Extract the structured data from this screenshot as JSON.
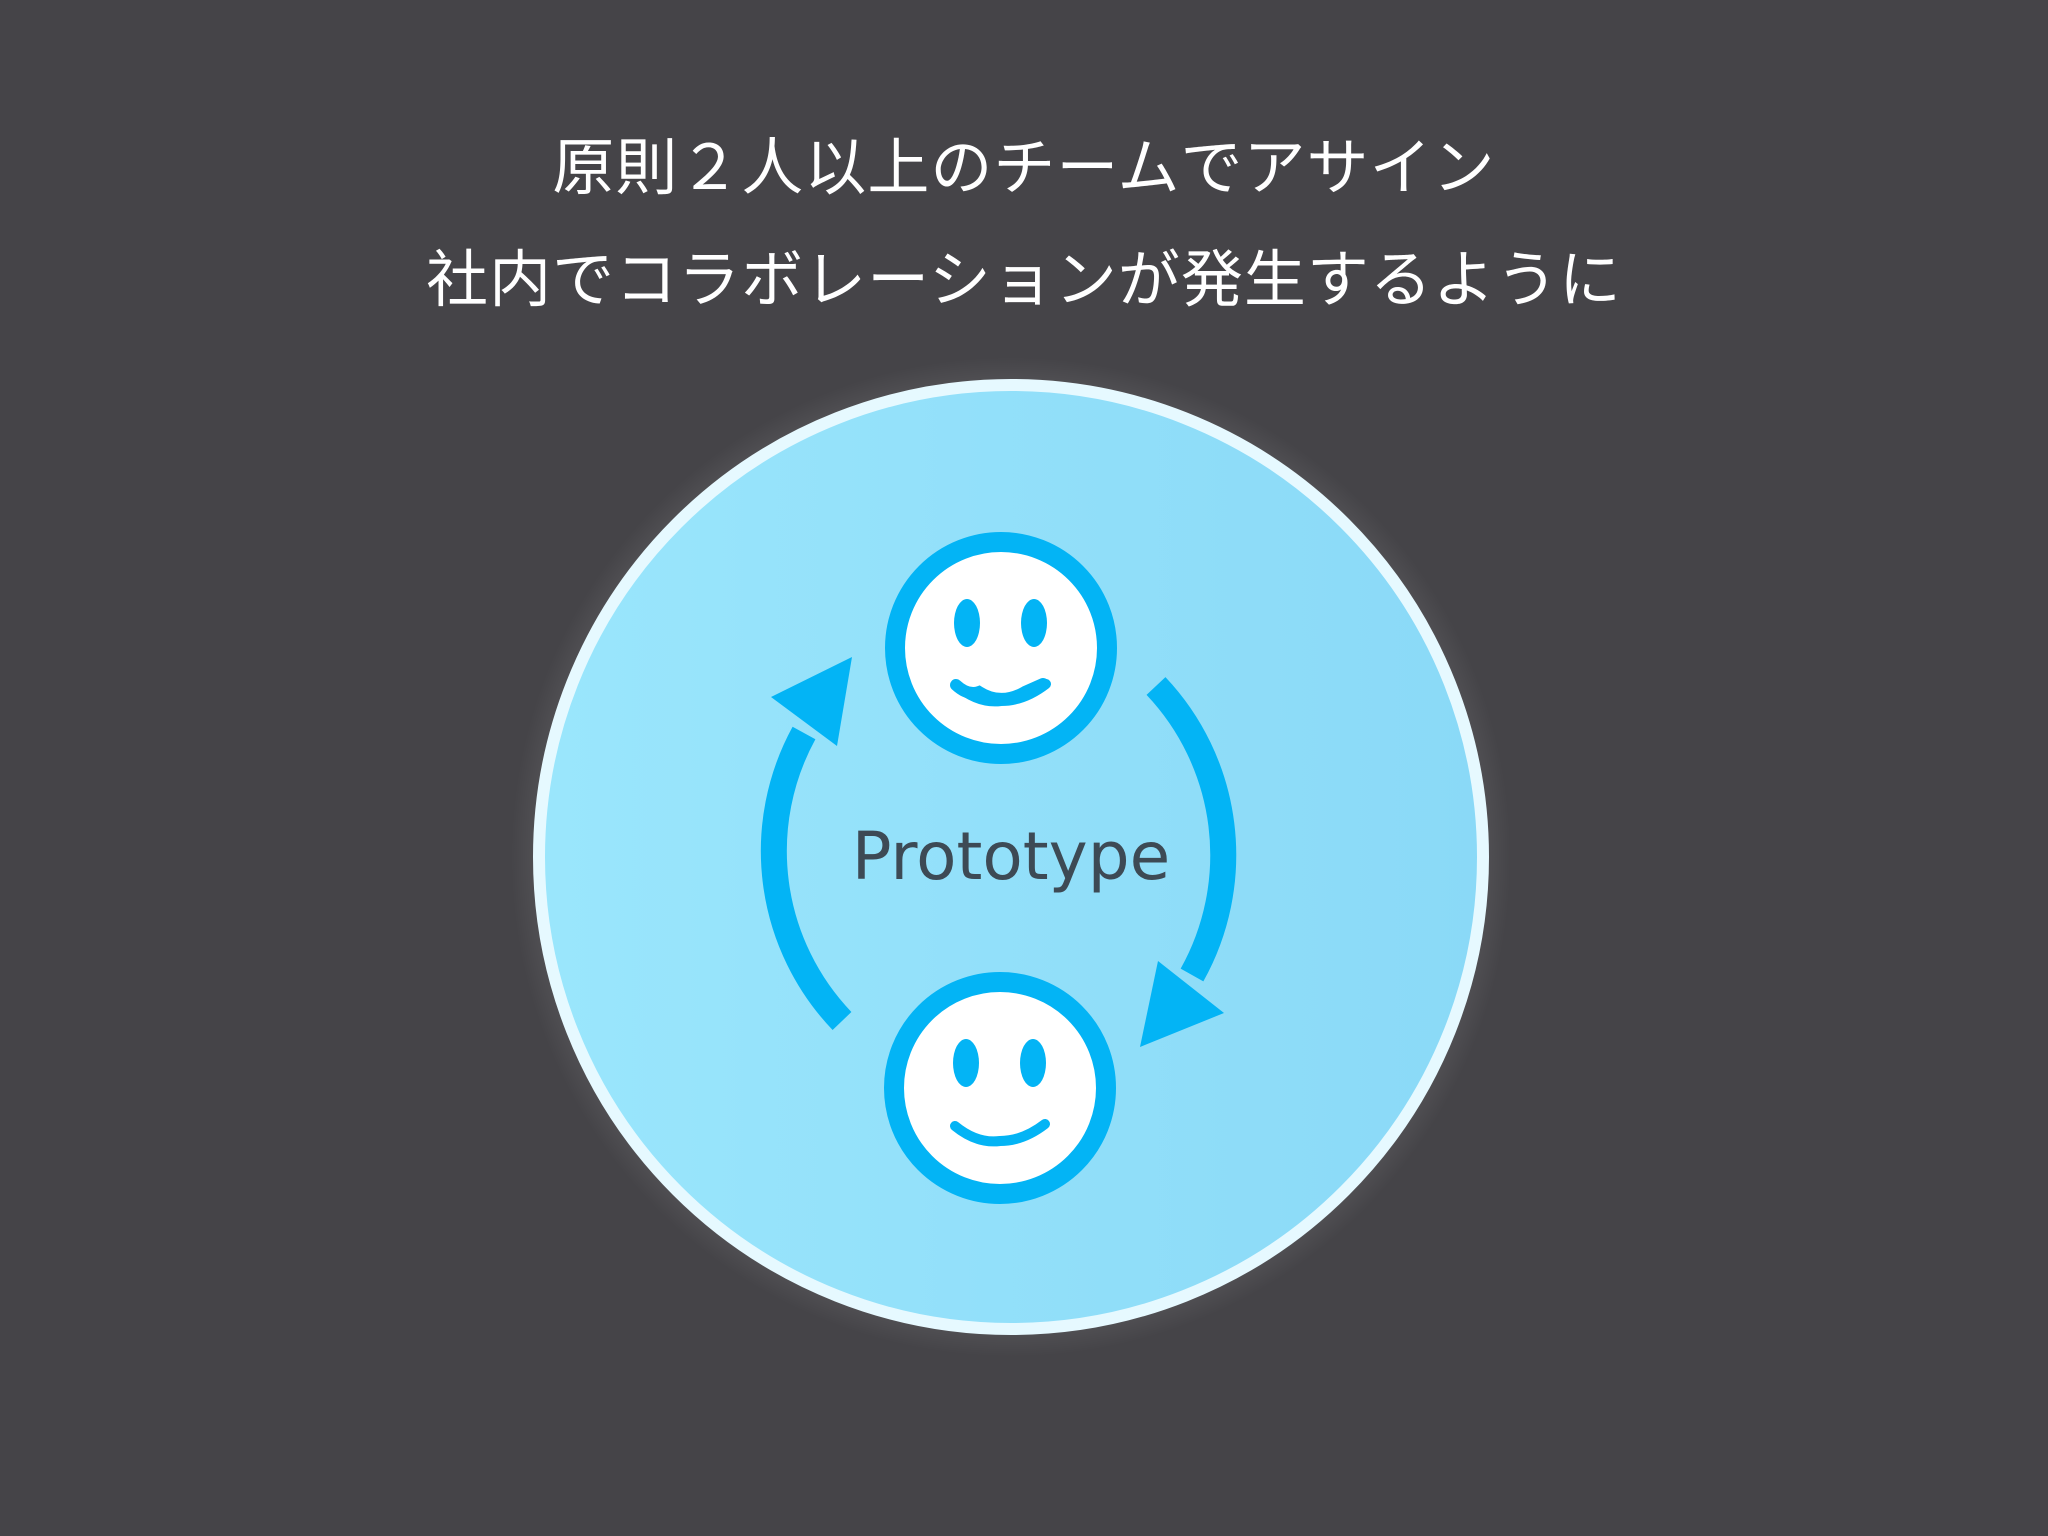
{
  "slide": {
    "title_line1": "原則２人以上のチームでアサイン",
    "title_line2": "社内でコラボレーションが発生するように"
  },
  "diagram": {
    "center_label": "Prototype",
    "colors": {
      "background": "#454448",
      "circle_fill": "#8fe2fb",
      "circle_border": "#e6f9ff",
      "accent": "#03b4f5",
      "face_fill": "#ffffff",
      "label_text": "#3d4a55"
    },
    "icons": [
      "smiley-face-icon",
      "smiley-face-icon",
      "cycle-arrow-icon",
      "cycle-arrow-icon"
    ]
  }
}
